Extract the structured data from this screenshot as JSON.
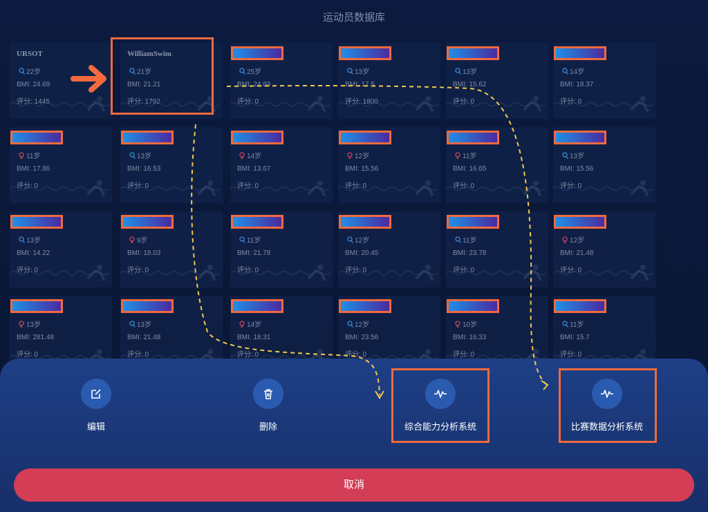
{
  "page_title": "运动员数据库",
  "athletes": [
    {
      "name": "URSOT",
      "age": "22岁",
      "bmi": "BMI: 24.69",
      "score": "评分: 1445",
      "name_visible": true,
      "gender": "m"
    },
    {
      "name": "WilliamSwim",
      "age": "21岁",
      "bmi": "BMI: 21.21",
      "score": "评分: 1792",
      "name_visible": true,
      "gender": "m"
    },
    {
      "name": "",
      "age": "25岁",
      "bmi": "BMI: 24.69",
      "score": "评分: 0",
      "name_visible": false,
      "gender": "m"
    },
    {
      "name": "",
      "age": "13岁",
      "bmi": "BMI: 17.5",
      "score": "评分: 1800",
      "name_visible": false,
      "gender": "m"
    },
    {
      "name": "",
      "age": "13岁",
      "bmi": "BMI: 15.62",
      "score": "评分: 0",
      "name_visible": false,
      "gender": "m"
    },
    {
      "name": "",
      "age": "14岁",
      "bmi": "BMI: 18.37",
      "score": "评分: 0",
      "name_visible": false,
      "gender": "m"
    },
    {
      "name": "",
      "age": "11岁",
      "bmi": "BMI: 17.86",
      "score": "评分: 0",
      "name_visible": false,
      "gender": "f"
    },
    {
      "name": "",
      "age": "13岁",
      "bmi": "BMI: 16.53",
      "score": "评分: 0",
      "name_visible": false,
      "gender": "m"
    },
    {
      "name": "",
      "age": "14岁",
      "bmi": "BMI: 13.67",
      "score": "评分: 0",
      "name_visible": false,
      "gender": "f"
    },
    {
      "name": "",
      "age": "12岁",
      "bmi": "BMI: 15.56",
      "score": "评分: 0",
      "name_visible": false,
      "gender": "f"
    },
    {
      "name": "",
      "age": "11岁",
      "bmi": "BMI: 16.65",
      "score": "评分: 0",
      "name_visible": false,
      "gender": "f"
    },
    {
      "name": "",
      "age": "13岁",
      "bmi": "BMI: 15.56",
      "score": "评分: 0",
      "name_visible": false,
      "gender": "m"
    },
    {
      "name": "",
      "age": "13岁",
      "bmi": "BMI: 14.22",
      "score": "评分: 0",
      "name_visible": false,
      "gender": "m"
    },
    {
      "name": "",
      "age": "9岁",
      "bmi": "BMI: 18.03",
      "score": "评分: 0",
      "name_visible": false,
      "gender": "f"
    },
    {
      "name": "",
      "age": "11岁",
      "bmi": "BMI: 21.78",
      "score": "评分: 0",
      "name_visible": false,
      "gender": "m"
    },
    {
      "name": "",
      "age": "12岁",
      "bmi": "BMI: 20.45",
      "score": "评分: 0",
      "name_visible": false,
      "gender": "m"
    },
    {
      "name": "",
      "age": "11岁",
      "bmi": "BMI: 23.78",
      "score": "评分: 0",
      "name_visible": false,
      "gender": "m"
    },
    {
      "name": "",
      "age": "12岁",
      "bmi": "BMI: 21.48",
      "score": "评分: 0",
      "name_visible": false,
      "gender": "f"
    },
    {
      "name": "",
      "age": "13岁",
      "bmi": "BMI: 281.48",
      "score": "评分: 0",
      "name_visible": false,
      "gender": "f"
    },
    {
      "name": "",
      "age": "13岁",
      "bmi": "BMI: 21.48",
      "score": "评分: 0",
      "name_visible": false,
      "gender": "m"
    },
    {
      "name": "",
      "age": "14岁",
      "bmi": "BMI: 18.31",
      "score": "评分: 0",
      "name_visible": false,
      "gender": "f"
    },
    {
      "name": "",
      "age": "12岁",
      "bmi": "BMI: 23.56",
      "score": "评分: 0",
      "name_visible": false,
      "gender": "m"
    },
    {
      "name": "",
      "age": "10岁",
      "bmi": "BMI: 16.33",
      "score": "评分: 0",
      "name_visible": false,
      "gender": "f"
    },
    {
      "name": "",
      "age": "11岁",
      "bmi": "BMI: 15.7",
      "score": "评分: 0",
      "name_visible": false,
      "gender": "m"
    }
  ],
  "actions": {
    "edit": {
      "label": "编辑",
      "icon": "edit-icon"
    },
    "delete": {
      "label": "删除",
      "icon": "trash-icon"
    },
    "ability_analysis": {
      "label": "综合能力分析系统",
      "icon": "pulse-icon"
    },
    "match_analysis": {
      "label": "比赛数据分析系统",
      "icon": "pulse-icon"
    }
  },
  "cancel_label": "取消",
  "colors": {
    "accent_orange": "#f26a3e",
    "cancel_red": "#d33d55",
    "sheet_blue": "#1e3f86",
    "annotation_yellow": "#f2c94c"
  }
}
